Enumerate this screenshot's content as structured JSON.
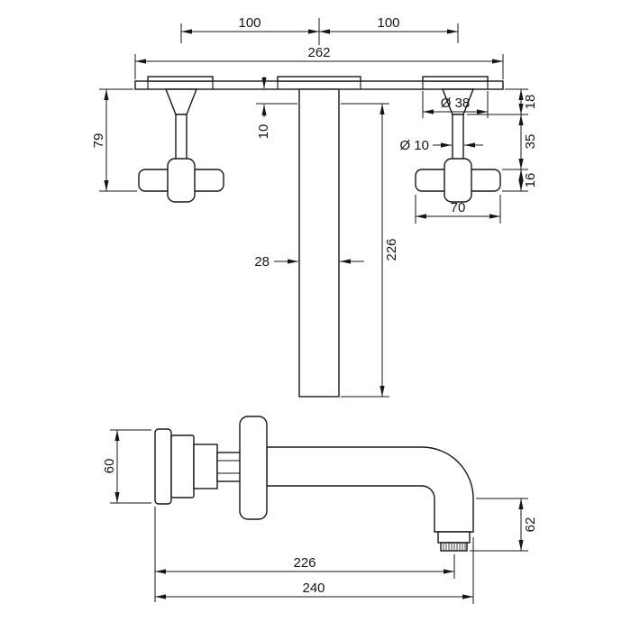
{
  "drawing_color": "#161616",
  "front_view": {
    "dims": {
      "spacing_left": "100",
      "spacing_right": "100",
      "plate_width": "262",
      "handle_projection": "79",
      "rosette_offset": "10",
      "rosette_diameter": "Ø 38",
      "cone_depth": "18",
      "stem_diameter": "Ø 10",
      "stem_length": "35",
      "bar_thickness": "16",
      "bar_length": "70",
      "spout_width": "28",
      "spout_projection": "226"
    }
  },
  "side_view": {
    "dims": {
      "escutcheon_height": "60",
      "outlet_drop": "62",
      "projection_to_outlet": "226",
      "projection_total": "240"
    }
  }
}
